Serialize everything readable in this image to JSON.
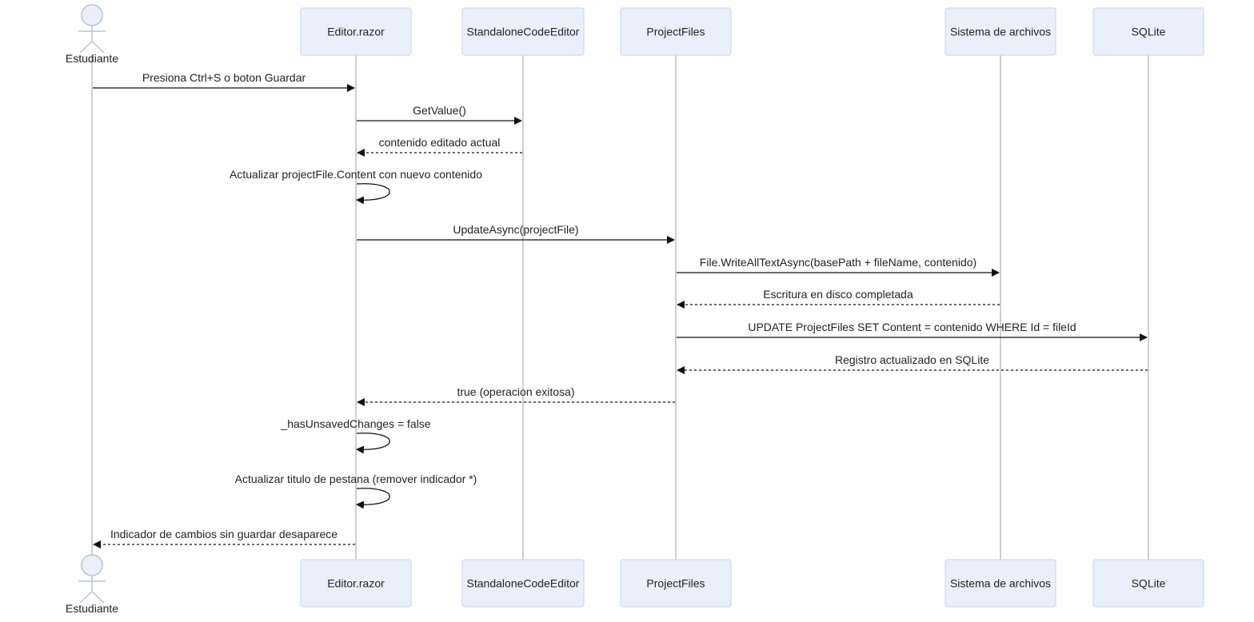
{
  "diagram": {
    "type": "sequence",
    "participants": [
      {
        "id": "estudiante",
        "label": "Estudiante",
        "kind": "actor"
      },
      {
        "id": "editor",
        "label": "Editor.razor",
        "kind": "box"
      },
      {
        "id": "standalone",
        "label": "StandaloneCodeEditor",
        "kind": "box"
      },
      {
        "id": "projectfiles",
        "label": "ProjectFiles",
        "kind": "box"
      },
      {
        "id": "fs",
        "label": "Sistema de archivos",
        "kind": "box"
      },
      {
        "id": "sqlite",
        "label": "SQLite",
        "kind": "box"
      }
    ],
    "messages": [
      {
        "from": "estudiante",
        "to": "editor",
        "text": "Presiona Ctrl+S o boton Guardar",
        "style": "solid"
      },
      {
        "from": "editor",
        "to": "standalone",
        "text": "GetValue()",
        "style": "solid"
      },
      {
        "from": "standalone",
        "to": "editor",
        "text": "contenido editado actual",
        "style": "dashed"
      },
      {
        "from": "editor",
        "to": "editor",
        "text": "Actualizar projectFile.Content con nuevo contenido",
        "style": "self"
      },
      {
        "from": "editor",
        "to": "projectfiles",
        "text": "UpdateAsync(projectFile)",
        "style": "solid"
      },
      {
        "from": "projectfiles",
        "to": "fs",
        "text": "File.WriteAllTextAsync(basePath + fileName, contenido)",
        "style": "solid"
      },
      {
        "from": "fs",
        "to": "projectfiles",
        "text": "Escritura en disco completada",
        "style": "dashed"
      },
      {
        "from": "projectfiles",
        "to": "sqlite",
        "text": "UPDATE ProjectFiles SET Content = contenido WHERE Id = fileId",
        "style": "solid"
      },
      {
        "from": "sqlite",
        "to": "projectfiles",
        "text": "Registro actualizado en SQLite",
        "style": "dashed"
      },
      {
        "from": "projectfiles",
        "to": "editor",
        "text": "true (operacion exitosa)",
        "style": "dashed"
      },
      {
        "from": "editor",
        "to": "editor",
        "text": "_hasUnsavedChanges = false",
        "style": "self"
      },
      {
        "from": "editor",
        "to": "editor",
        "text": "Actualizar titulo de pestana (remover indicador *)",
        "style": "self"
      },
      {
        "from": "editor",
        "to": "estudiante",
        "text": "Indicador de cambios sin guardar desaparece",
        "style": "dashed"
      }
    ]
  }
}
